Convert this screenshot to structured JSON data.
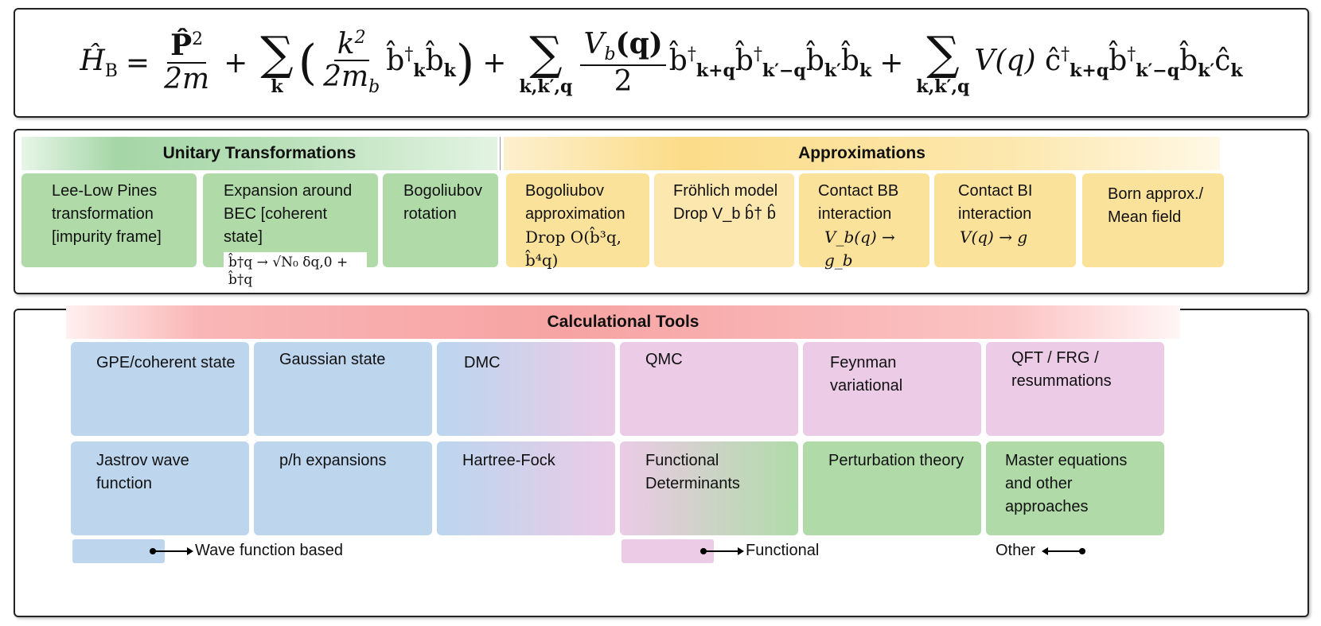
{
  "hamiltonian": {
    "lhs": "Ĥ",
    "lhs_sub": "B",
    "t1_num": "P̂",
    "t1_num_sup": "2",
    "t1_den": "2m",
    "sum1_sub": "k",
    "t2_num": "k",
    "t2_num_sup": "2",
    "t2_den": "2m",
    "t2_den_sub": "b",
    "t2_ops": "b̂",
    "t2_ops_sup": "†",
    "t2_ops_sub": "k",
    "t2_ops2": "b̂",
    "t2_ops2_sub": "k",
    "sum2_sub": "k,k′,q",
    "t3_num": "V",
    "t3_num_sub": "b",
    "t3_num_arg": "(q)",
    "t3_den": "2",
    "t3_ops": [
      {
        "op": "b̂",
        "sup": "†",
        "sub": "k+q"
      },
      {
        "op": "b̂",
        "sup": "†",
        "sub": "k′−q"
      },
      {
        "op": "b̂",
        "sup": "",
        "sub": "k′"
      },
      {
        "op": "b̂",
        "sup": "",
        "sub": "k"
      }
    ],
    "sum3_sub": "k,k′,q",
    "t4_pre": "V(q)",
    "t4_ops": [
      {
        "op": "ĉ",
        "sup": "†",
        "sub": "k+q"
      },
      {
        "op": "b̂",
        "sup": "†",
        "sub": "k′−q"
      },
      {
        "op": "b̂",
        "sup": "",
        "sub": "k′"
      },
      {
        "op": "ĉ",
        "sup": "",
        "sub": "k"
      }
    ]
  },
  "unitary": {
    "title": "Unitary Transformations",
    "lee_low": "Lee-Low Pines transformation [impurity frame]",
    "expansion": "Expansion around BEC [coherent state]",
    "expansion_formula": "b̂†q → √N₀ δq,0 + b̂†q",
    "bogoliubov_rotation": "Bogoliubov rotation"
  },
  "approximations": {
    "title": "Approximations",
    "bogoliubov_approx_line1": "Bogoliubov approximation",
    "bogoliubov_approx_line2": "Drop O(b̂³q, b̂⁴q)",
    "frohlich_line1": "Fröhlich model",
    "frohlich_line2": "Drop V_b b̂† b̂",
    "contact_bb_line1": "Contact BB interaction",
    "contact_bb_formula": "V_b(q) → g_b",
    "contact_bi_line1": "Contact BI interaction",
    "contact_bi_formula": "V(q) → g",
    "born": "Born approx./ Mean field"
  },
  "tools": {
    "title": "Calculational Tools",
    "row1": [
      "GPE/coherent state",
      "Gaussian state",
      "DMC",
      "QMC",
      "Feynman variational",
      "QFT / FRG / resummations"
    ],
    "row2": [
      "Jastrov wave function",
      "p/h expansions",
      "Hartree-Fock",
      "Functional Determinants",
      "Perturbation theory",
      "Master equations and other approaches"
    ]
  },
  "legend": {
    "wave": "Wave function based",
    "functional": "Functional",
    "other": "Other"
  },
  "colors": {
    "green": "#b0dba9",
    "yellow": "#fbe29a",
    "blue": "#bed5ee",
    "pink": "#ebcbe6",
    "red_header": "#f7a3a3"
  }
}
